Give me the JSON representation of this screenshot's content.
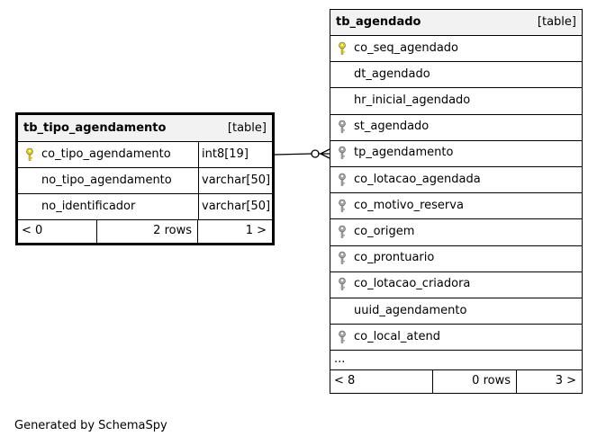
{
  "diagram": {
    "footer": "Generated by SchemaSpy",
    "tables": [
      {
        "id": "tb_tipo_agendamento",
        "name": "tb_tipo_agendamento",
        "type_label": "[table]",
        "columns": [
          {
            "name": "co_tipo_agendamento",
            "type": "int8[19]",
            "key": "primary"
          },
          {
            "name": "no_tipo_agendamento",
            "type": "varchar[50]",
            "key": "none"
          },
          {
            "name": "no_identificador",
            "type": "varchar[50]",
            "key": "none"
          }
        ],
        "footer": {
          "left": "< 0",
          "middle": "2 rows",
          "right": "1 >"
        }
      },
      {
        "id": "tb_agendado",
        "name": "tb_agendado",
        "type_label": "[table]",
        "columns": [
          {
            "name": "co_seq_agendado",
            "key": "primary"
          },
          {
            "name": "dt_agendado",
            "key": "none"
          },
          {
            "name": "hr_inicial_agendado",
            "key": "none"
          },
          {
            "name": "st_agendado",
            "key": "foreign"
          },
          {
            "name": "tp_agendamento",
            "key": "foreign"
          },
          {
            "name": "co_lotacao_agendada",
            "key": "foreign"
          },
          {
            "name": "co_motivo_reserva",
            "key": "foreign"
          },
          {
            "name": "co_origem",
            "key": "foreign"
          },
          {
            "name": "co_prontuario",
            "key": "foreign"
          },
          {
            "name": "co_lotacao_criadora",
            "key": "foreign"
          },
          {
            "name": "uuid_agendamento",
            "key": "none"
          },
          {
            "name": "co_local_atend",
            "key": "foreign"
          }
        ],
        "more": "...",
        "footer": {
          "left": "< 8",
          "middle": "0 rows",
          "right": "3 >"
        }
      }
    ],
    "relationship": {
      "from": "tb_tipo_agendamento.co_tipo_agendamento",
      "to": "tb_agendado.tp_agendamento"
    },
    "colors": {
      "primary_key": "#e6d200",
      "foreign_key": "#a6a6a6",
      "header_bg": "#f2f2f2"
    }
  }
}
